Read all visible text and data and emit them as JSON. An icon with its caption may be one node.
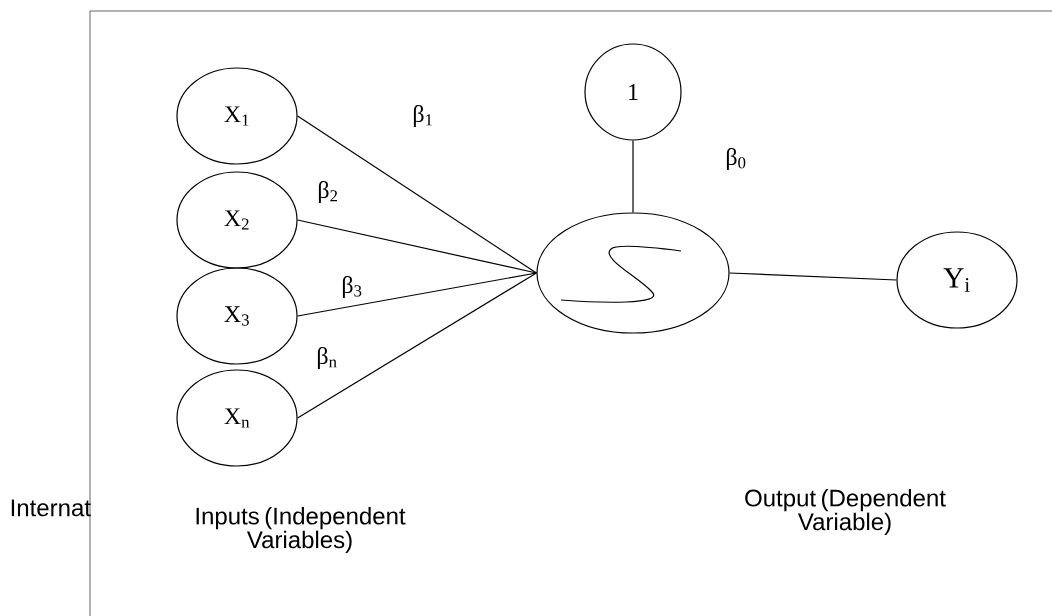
{
  "diagram": {
    "nodes": [
      {
        "text": [
          "X$_{1}$"
        ]
      },
      {
        "text": [
          "X$_{2}$"
        ]
      },
      {
        "text": [
          "X$_{3}$"
        ]
      },
      {
        "text": [
          "X$_{n}$"
        ]
      },
      {
        "text": [
          "1"
        ]
      },
      {
        "text": [],
        "shape": "ellipse"
      },
      {
        "text": [
          "Y$_{i}$"
        ]
      }
    ],
    "edges": [
      {
        "from": 0,
        "to": 5,
        "arrow": "none",
        "label": "β$_{1}$"
      },
      {
        "from": 1,
        "to": 5,
        "arrow": "none",
        "label": "β$_{2}$"
      },
      {
        "from": 2,
        "to": 5,
        "arrow": "none",
        "label": "β$_{3}$"
      },
      {
        "from": 3,
        "to": 5,
        "arrow": "none",
        "label": "β$_{n}$"
      },
      {
        "from": 4,
        "to": 5,
        "arrow": "none",
        "label": "β$_{0}$"
      },
      {
        "from": 5,
        "to": 6,
        "arrow": "none"
      }
    ],
    "labels": [
      "Internat",
      "Inputs (Independent Variables)",
      "Output (Dependent Variable)"
    ]
  }
}
